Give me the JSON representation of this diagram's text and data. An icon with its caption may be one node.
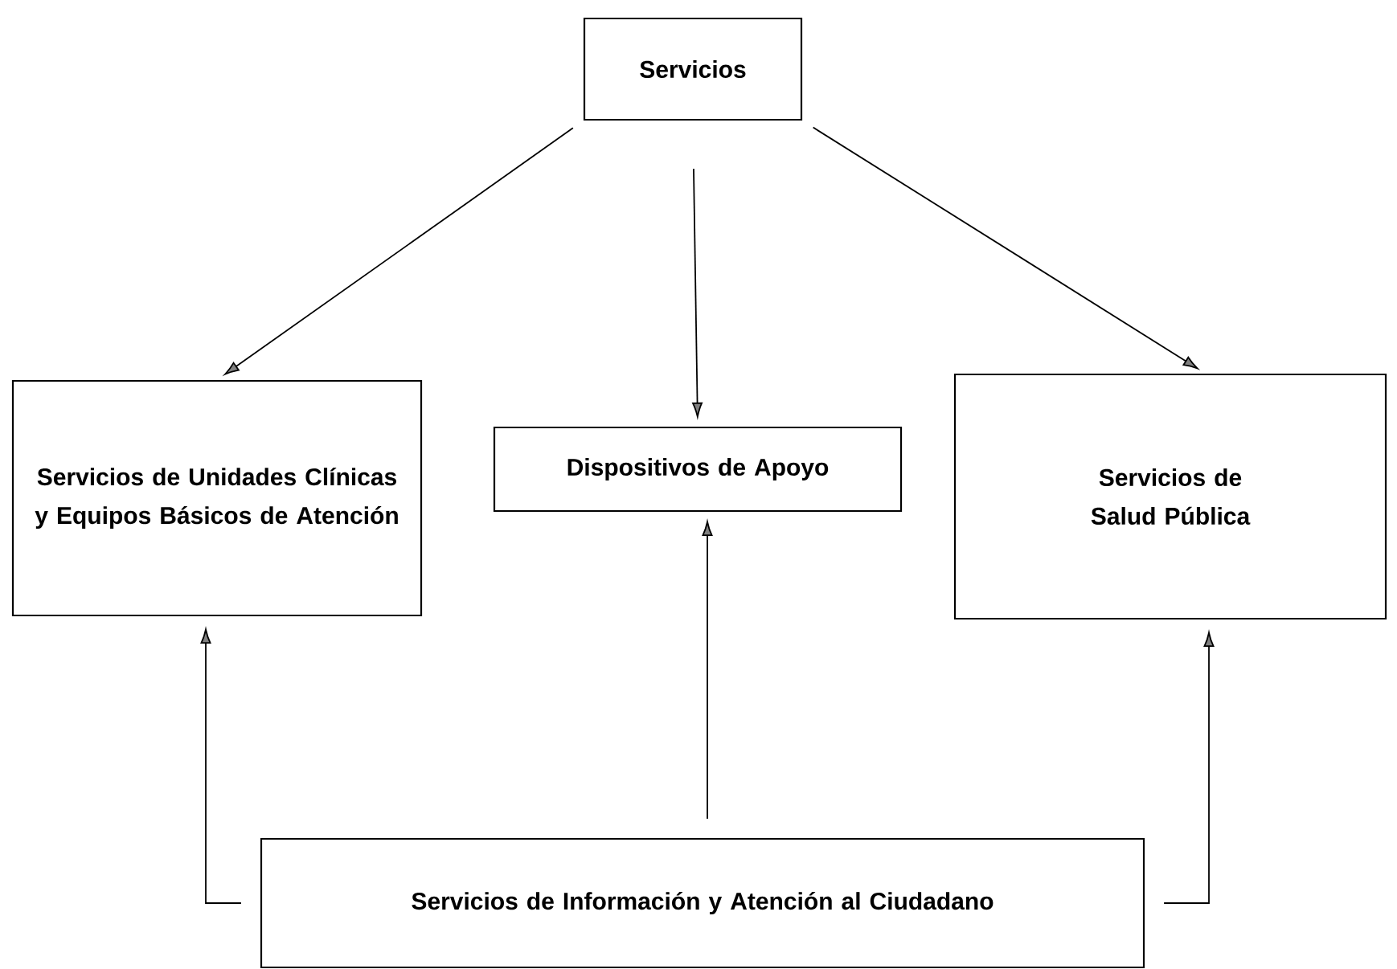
{
  "diagram": {
    "nodes": [
      {
        "text": [
          "Servicios"
        ]
      },
      {
        "text": [
          "Servicios de Unidades Clínicas y Equipos Básicos de Atención"
        ]
      },
      {
        "text": [
          "Dispositivos de Apoyo"
        ]
      },
      {
        "text": [
          "Servicios de Salud Pública"
        ]
      },
      {
        "text": [
          "Servicios de Información y Atención al Ciudadano"
        ]
      }
    ],
    "edges": [
      {
        "from": 0,
        "to": 1,
        "arrow": "to"
      },
      {
        "from": 0,
        "to": 2,
        "arrow": "to"
      },
      {
        "from": 0,
        "to": 3,
        "arrow": "to"
      },
      {
        "from": 4,
        "to": 1,
        "arrow": "to"
      },
      {
        "from": 4,
        "to": 2,
        "arrow": "to"
      },
      {
        "from": 4,
        "to": 3,
        "arrow": "to"
      }
    ]
  }
}
